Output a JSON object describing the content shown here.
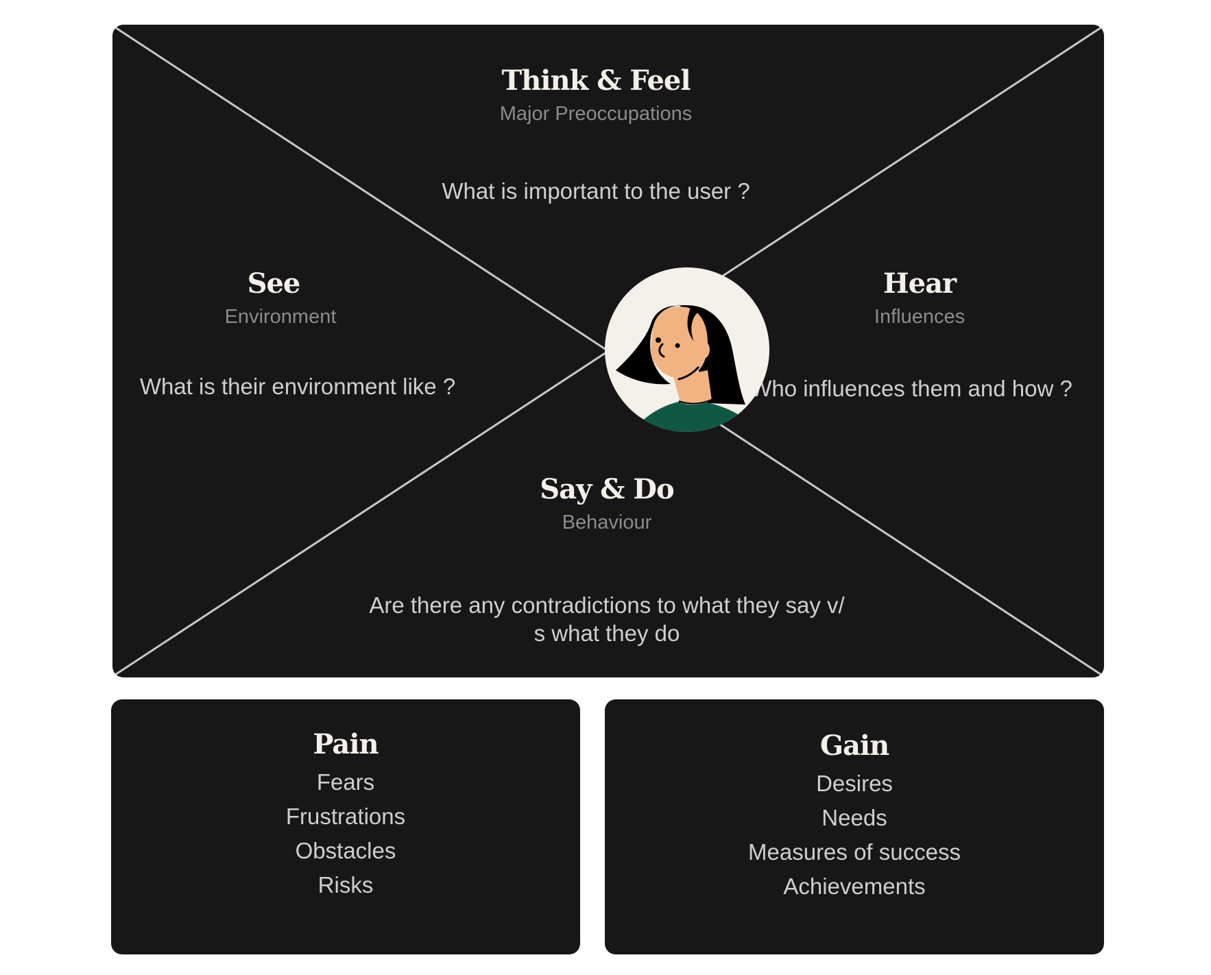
{
  "colors": {
    "page_background": "#ffffff",
    "card_background": "#171717",
    "title_text": "#f3f0ea",
    "subtitle_text": "#8c8c8c",
    "body_text": "#cfcfcf",
    "divider_lines": "#c8c8c8",
    "avatar_background": "#f3f1ea",
    "avatar_skin": "#f2b383",
    "avatar_hair": "#000000",
    "avatar_shirt": "#105843"
  },
  "empathy_map": {
    "think_feel": {
      "title": "Think & Feel",
      "subtitle": "Major Preoccupations",
      "question": "What is important to the user ?"
    },
    "see": {
      "title": "See",
      "subtitle": "Environment",
      "question": "What is their environment like ?"
    },
    "hear": {
      "title": "Hear",
      "subtitle": "Influences",
      "question": "Who influences them and how ?"
    },
    "say_do": {
      "title": "Say & Do",
      "subtitle": "Behaviour",
      "question_line1": "Are there any contradictions to what they say v/",
      "question_line2": "s what they do"
    },
    "avatar": {
      "icon": "user-avatar-woman-illustration"
    }
  },
  "pain": {
    "title": "Pain",
    "items": [
      "Fears",
      "Frustrations",
      "Obstacles",
      "Risks"
    ]
  },
  "gain": {
    "title": "Gain",
    "items": [
      "Desires",
      "Needs",
      "Measures of success",
      "Achievements"
    ]
  }
}
